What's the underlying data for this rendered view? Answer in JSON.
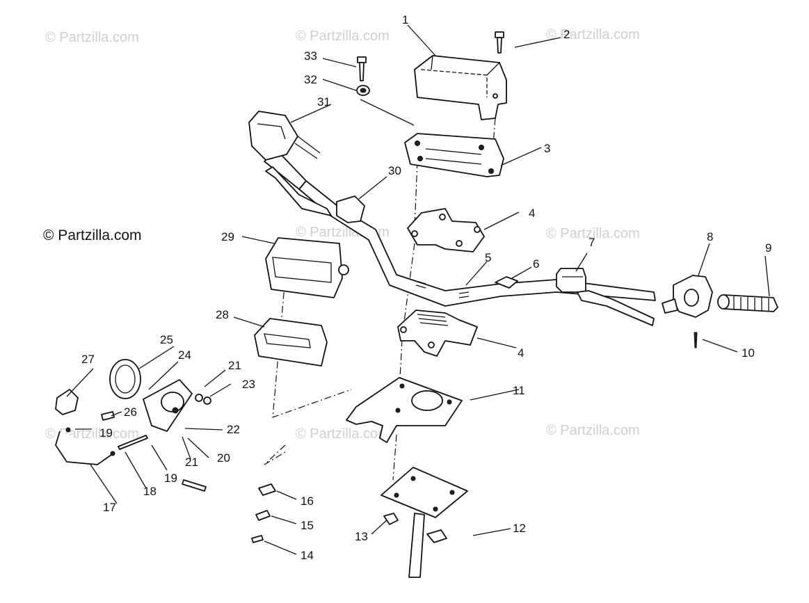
{
  "watermark_text": "© Partzilla.com",
  "callouts": {
    "c1": "1",
    "c2": "2",
    "c3": "3",
    "c4a": "4",
    "c4b": "4",
    "c5": "5",
    "c6": "6",
    "c7": "7",
    "c8": "8",
    "c9": "9",
    "c10": "10",
    "c11": "11",
    "c12": "12",
    "c13": "13",
    "c14": "14",
    "c15": "15",
    "c16": "16",
    "c17": "17",
    "c18": "18",
    "c19a": "19",
    "c19b": "19",
    "c20": "20",
    "c21a": "21",
    "c21b": "21",
    "c22": "22",
    "c23": "23",
    "c24": "24",
    "c25": "25",
    "c26": "26",
    "c27": "27",
    "c28": "28",
    "c29": "29",
    "c30": "30",
    "c31": "31",
    "c32": "32",
    "c33": "33"
  }
}
